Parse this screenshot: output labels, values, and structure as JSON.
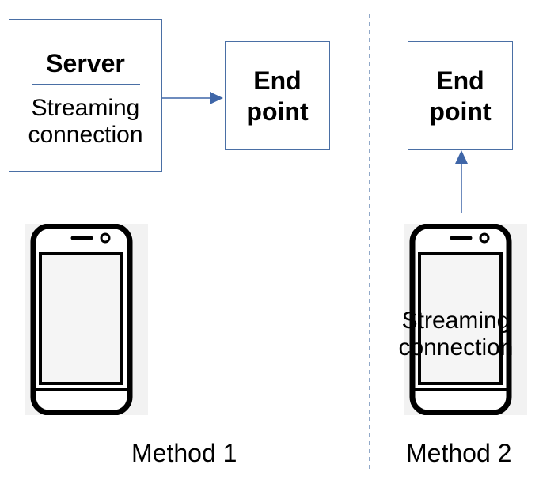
{
  "method1": {
    "server_box": {
      "title": "Server",
      "line1": "Streaming",
      "line2": "connection"
    },
    "endpoint_box": {
      "line1": "End",
      "line2": "point"
    },
    "label": "Method 1"
  },
  "method2": {
    "endpoint_box": {
      "line1": "End",
      "line2": "point"
    },
    "phone_text": {
      "line1": "Streaming",
      "line2": "connection"
    },
    "label": "Method 2"
  },
  "colors": {
    "box_border": "#4a6fa5",
    "arrow": "#3f66a8",
    "divider": "#6b8bb5",
    "phone_bg": "#f2f2f2",
    "phone_stroke": "#000000"
  },
  "icons": [
    "arrow-right-icon",
    "arrow-up-icon",
    "smartphone-icon"
  ]
}
